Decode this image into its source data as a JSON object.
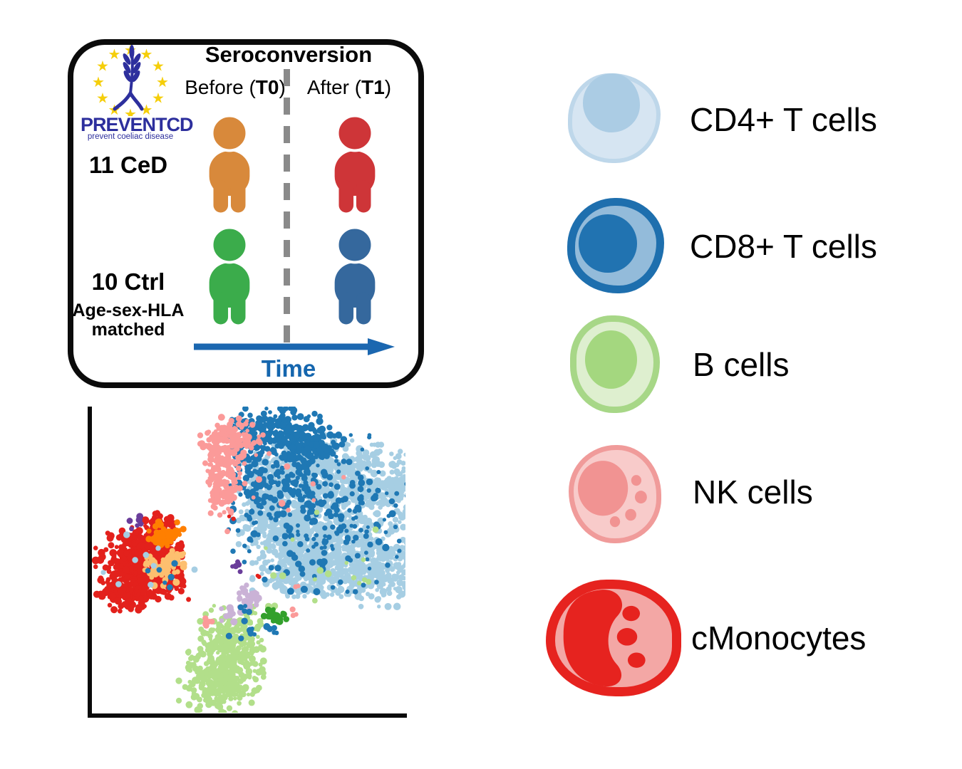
{
  "study_box": {
    "title": "Seroconversion",
    "columns": {
      "before": {
        "pre": "Before (",
        "bold": "T0",
        "post": ")"
      },
      "after": {
        "pre": "After (",
        "bold": "T1",
        "post": ")"
      }
    },
    "groups": [
      {
        "label": "11 CeD"
      },
      {
        "label": "10 Ctrl",
        "sub1": "Age-sex-HLA",
        "sub2": "matched"
      }
    ],
    "people": [
      {
        "id": "ced-before",
        "color": "#d8893b"
      },
      {
        "id": "ced-after",
        "color": "#ce3538"
      },
      {
        "id": "ctrl-before",
        "color": "#3bac4b"
      },
      {
        "id": "ctrl-after",
        "color": "#35689d"
      }
    ],
    "time_label": "Time",
    "arrow_color": "#1b67b0",
    "divider_color": "#8a8a8a",
    "logo": {
      "name": "PREVENTCD",
      "tagline": "prevent coeliac disease",
      "star_color": "#f5ce0a",
      "wheat_color": "#2d2f9d"
    }
  },
  "legend": {
    "items": [
      {
        "label": "CD4+ T cells",
        "color": "#a6cee3"
      },
      {
        "label": "CD8+ T cells",
        "color": "#1f78b4"
      },
      {
        "label": "B cells",
        "color": "#b2df8a"
      },
      {
        "label": "NK cells",
        "color": "#fb9a99"
      },
      {
        "label": "cMonocytes",
        "color": "#e3211c"
      }
    ]
  },
  "umap": {
    "type": "scatter",
    "description": "UMAP embedding of PBMC single cells colored by cell type",
    "axis_color": "#0a0a0a",
    "seed": 7,
    "cell_types": [
      {
        "name": "CD4+ T cells",
        "color": "#a6cee3"
      },
      {
        "name": "CD8+ T cells",
        "color": "#1f78b4"
      },
      {
        "name": "B cells",
        "color": "#b2df8a"
      },
      {
        "name": "NK cells",
        "color": "#fb9a99"
      },
      {
        "name": "cMonocytes",
        "color": "#e3211c"
      },
      {
        "name": "minor-orange",
        "color": "#ff7f00"
      },
      {
        "name": "minor-peach",
        "color": "#fdbf6f"
      },
      {
        "name": "minor-purple",
        "color": "#6a3d9a"
      },
      {
        "name": "minor-lavender",
        "color": "#cab2d6"
      },
      {
        "name": "minor-darkgreen",
        "color": "#33a02c"
      }
    ],
    "clusters": [
      {
        "name": "cd4-t",
        "color": "#a6cee3",
        "r": [
          2.6,
          5.4
        ],
        "blobs": [
          [
            300,
            88,
            34,
            22,
            300
          ],
          [
            372,
            102,
            34,
            22,
            280
          ],
          [
            430,
            124,
            16,
            22,
            90
          ],
          [
            272,
            162,
            30,
            26,
            300
          ],
          [
            338,
            182,
            40,
            28,
            340
          ],
          [
            300,
            232,
            34,
            20,
            240
          ],
          [
            398,
            228,
            32,
            24,
            260
          ],
          [
            240,
            130,
            14,
            28,
            110
          ]
        ]
      },
      {
        "name": "cd8-t",
        "color": "#1f78b4",
        "r": [
          2.6,
          5.2
        ],
        "blobs": [
          [
            258,
            38,
            30,
            16,
            230
          ],
          [
            305,
            58,
            22,
            13,
            130
          ],
          [
            222,
            95,
            14,
            38,
            90
          ],
          [
            330,
            150,
            60,
            50,
            240
          ],
          [
            286,
            110,
            20,
            16,
            60
          ]
        ]
      },
      {
        "name": "nk",
        "color": "#fb9a99",
        "r": [
          2.6,
          5.0
        ],
        "blobs": [
          [
            196,
            48,
            20,
            15,
            150
          ],
          [
            186,
            92,
            13,
            20,
            110
          ],
          [
            183,
            128,
            9,
            13,
            55
          ],
          [
            268,
            118,
            60,
            45,
            10
          ]
        ]
      },
      {
        "name": "b-cells",
        "color": "#b2df8a",
        "r": [
          2.6,
          5.0
        ],
        "blobs": [
          [
            196,
            328,
            20,
            12,
            110
          ],
          [
            188,
            362,
            24,
            16,
            190
          ],
          [
            177,
            398,
            25,
            15,
            190
          ],
          [
            208,
            300,
            22,
            10,
            45
          ],
          [
            350,
            215,
            65,
            45,
            16
          ]
        ]
      },
      {
        "name": "lavender",
        "color": "#cab2d6",
        "r": [
          3.0,
          5.5
        ],
        "blobs": [
          [
            224,
            266,
            9,
            7,
            26
          ],
          [
            197,
            291,
            9,
            6,
            12
          ]
        ]
      },
      {
        "name": "dark-green",
        "color": "#33a02c",
        "r": [
          3.0,
          5.0
        ],
        "blobs": [
          [
            252,
            291,
            8,
            5,
            22
          ],
          [
            262,
            299,
            5,
            4,
            12
          ]
        ]
      },
      {
        "name": "cmonocytes",
        "color": "#e3211c",
        "r": [
          2.8,
          5.5
        ],
        "blobs": [
          [
            58,
            212,
            24,
            17,
            190
          ],
          [
            88,
            193,
            17,
            11,
            100
          ],
          [
            74,
            243,
            28,
            17,
            220
          ],
          [
            44,
            263,
            18,
            11,
            110
          ],
          [
            108,
            234,
            14,
            11,
            80
          ],
          [
            92,
            165,
            10,
            7,
            40
          ]
        ]
      },
      {
        "name": "orange",
        "color": "#ff7f00",
        "r": [
          3.0,
          5.5
        ],
        "blobs": [
          [
            104,
            180,
            11,
            8,
            55
          ]
        ]
      },
      {
        "name": "peach",
        "color": "#fdbf6f",
        "r": [
          3.0,
          5.5
        ],
        "blobs": [
          [
            100,
            229,
            13,
            12,
            55
          ],
          [
            113,
            213,
            7,
            5,
            18
          ]
        ]
      },
      {
        "name": "purple",
        "color": "#6a3d9a",
        "r": [
          3.0,
          5.0
        ],
        "blobs": [
          [
            64,
            163,
            5,
            4,
            7
          ],
          [
            206,
            226,
            4,
            5,
            5
          ]
        ]
      },
      {
        "name": "lightblue-misc",
        "color": "#a6cee3",
        "r": [
          3.2,
          5.0
        ],
        "blobs": [
          [
            78,
            224,
            30,
            20,
            10
          ]
        ]
      },
      {
        "name": "darkblue-misc",
        "color": "#1f78b4",
        "r": [
          3.0,
          5.0
        ],
        "blobs": [
          [
            102,
            240,
            16,
            10,
            6
          ],
          [
            224,
            312,
            16,
            10,
            8
          ],
          [
            218,
            283,
            5,
            4,
            4
          ],
          [
            250,
            312,
            8,
            5,
            4
          ]
        ]
      },
      {
        "name": "pink-misc",
        "color": "#fb9a99",
        "r": [
          3.0,
          4.5
        ],
        "blobs": [
          [
            163,
            303,
            6,
            4,
            7
          ],
          [
            280,
            288,
            3,
            3,
            3
          ],
          [
            287,
            252,
            3,
            2,
            2
          ]
        ]
      },
      {
        "name": "red-misc",
        "color": "#e3211c",
        "r": [
          2.5,
          3.5
        ],
        "blobs": [
          [
            233,
            239,
            2,
            2,
            2
          ],
          [
            196,
            155,
            2,
            2,
            2
          ]
        ]
      }
    ]
  }
}
